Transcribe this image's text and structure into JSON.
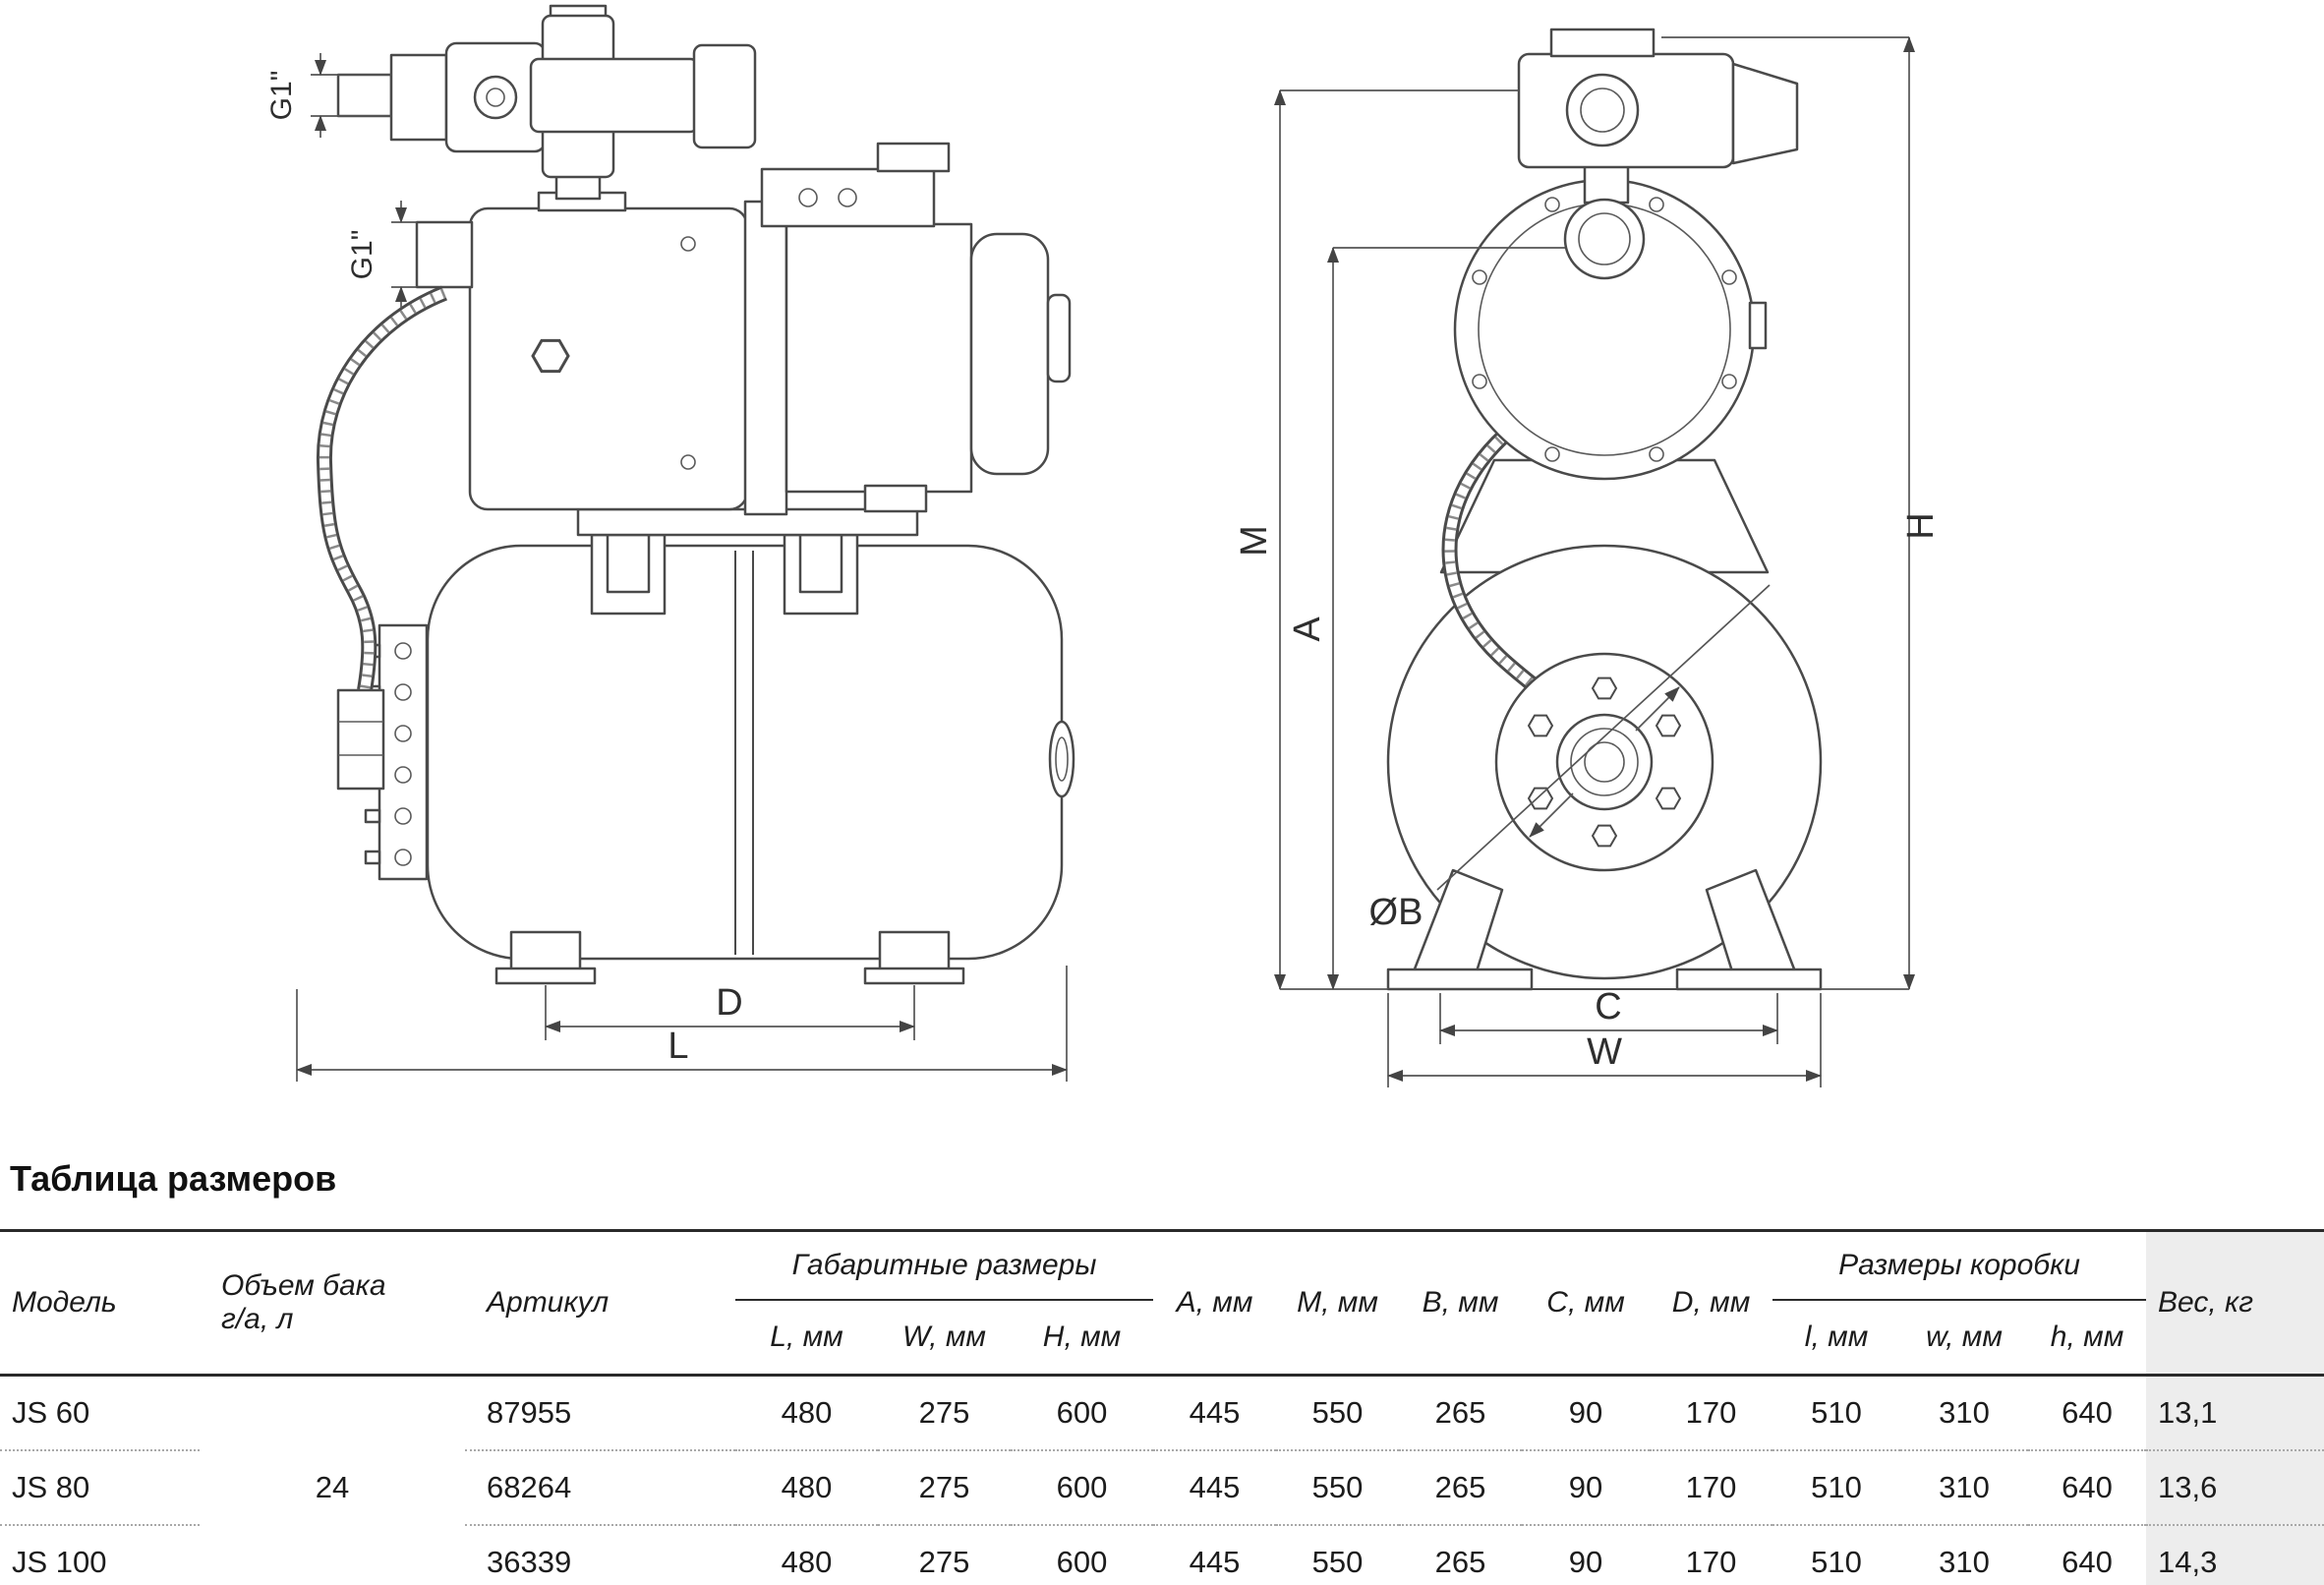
{
  "diagram": {
    "side": {
      "g1_top": "G1\"",
      "g1_inlet": "G1\"",
      "dim_d": "D",
      "dim_l": "L"
    },
    "front": {
      "dim_m": "M",
      "dim_a": "A",
      "dim_h": "H",
      "dim_b": "ØB",
      "dim_c": "C",
      "dim_w": "W"
    }
  },
  "table": {
    "title": "Таблица размеров",
    "headers": {
      "model": "Модель",
      "tank_volume_1": "Объем бака",
      "tank_volume_2": "г/а, л",
      "article": "Артикул",
      "overall_group": "Габаритные размеры",
      "l": "L, мм",
      "w": "W, мм",
      "h": "H, мм",
      "a": "A, мм",
      "m": "M, мм",
      "b": "B, мм",
      "c": "C, мм",
      "d": "D, мм",
      "box_group": "Размеры коробки",
      "box_l": "l, мм",
      "box_w": "w, мм",
      "box_h": "h, мм",
      "weight": "Вес, кг"
    },
    "tank_volume_value": "24",
    "rows": [
      {
        "model": "JS 60",
        "article": "87955",
        "l": "480",
        "w": "275",
        "h": "600",
        "a": "445",
        "m": "550",
        "b": "265",
        "c": "90",
        "d": "170",
        "box_l": "510",
        "box_w": "310",
        "box_h": "640",
        "weight": "13,1"
      },
      {
        "model": "JS 80",
        "article": "68264",
        "l": "480",
        "w": "275",
        "h": "600",
        "a": "445",
        "m": "550",
        "b": "265",
        "c": "90",
        "d": "170",
        "box_l": "510",
        "box_w": "310",
        "box_h": "640",
        "weight": "13,6"
      },
      {
        "model": "JS 100",
        "article": "36339",
        "l": "480",
        "w": "275",
        "h": "600",
        "a": "445",
        "m": "550",
        "b": "265",
        "c": "90",
        "d": "170",
        "box_l": "510",
        "box_w": "310",
        "box_h": "640",
        "weight": "14,3"
      }
    ]
  }
}
